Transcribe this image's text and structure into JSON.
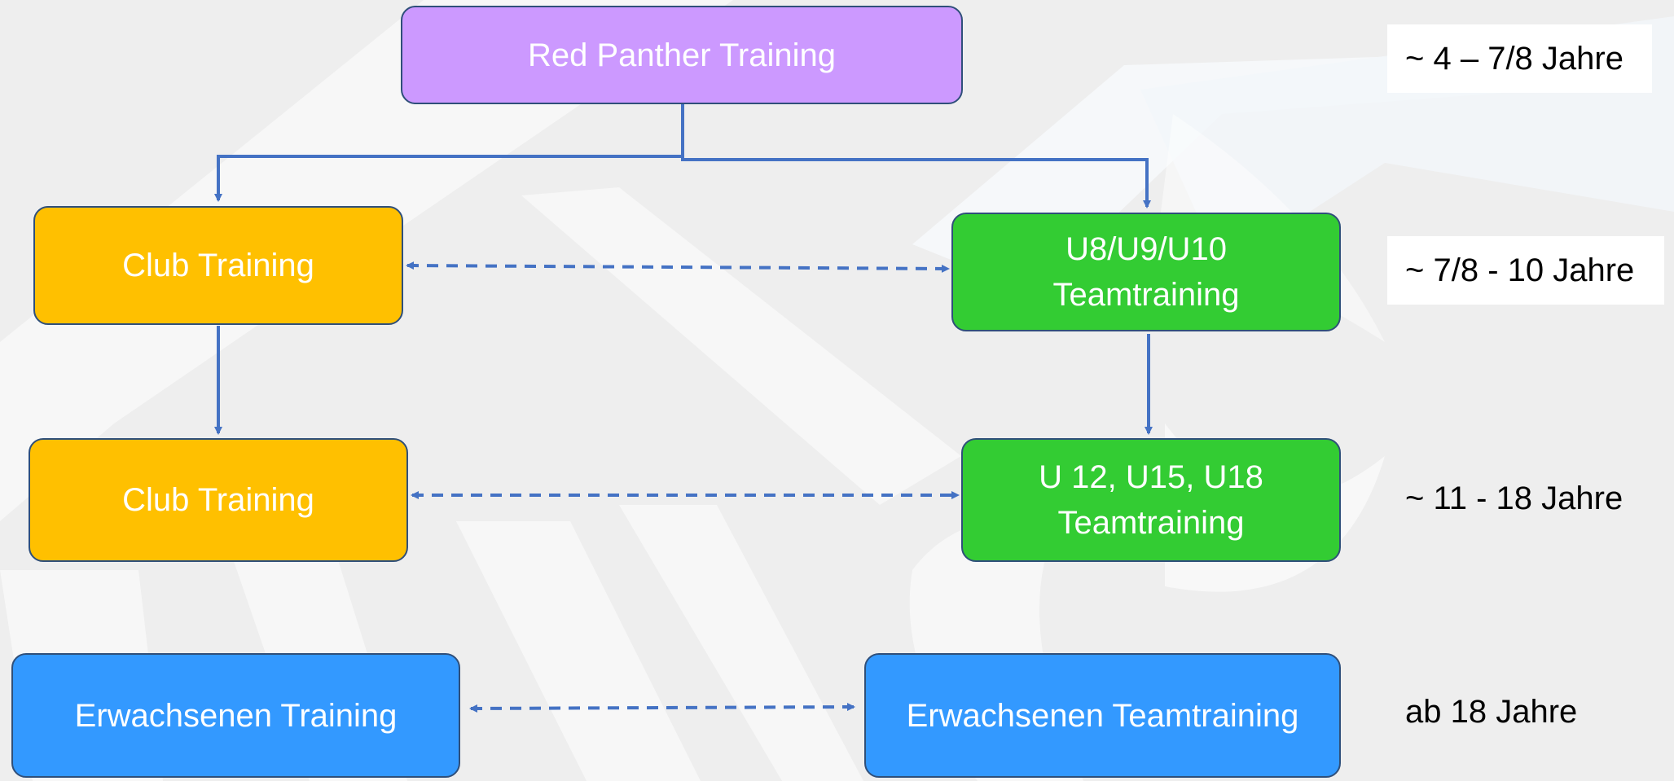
{
  "boxes": {
    "red_panther": "Red Panther Training",
    "club_1": "Club Training",
    "team_u8_line1": "U8/U9/U10",
    "team_u8_line2": "Teamtraining",
    "club_2": "Club Training",
    "team_u12_line1": "U 12, U15, U18",
    "team_u12_line2": "Teamtraining",
    "adult": "Erwachsenen Training",
    "adult_team": "Erwachsenen Teamtraining"
  },
  "ages": {
    "row1": "~ 4 – 7/8 Jahre",
    "row2": "~ 7/8 - 10 Jahre",
    "row3": "~ 11 - 18 Jahre",
    "row4": "ab 18 Jahre"
  },
  "colors": {
    "purple": "#cc99ff",
    "orange": "#ffc000",
    "green": "#33cc33",
    "blue": "#3399ff",
    "arrow": "#4472c4",
    "border": "#2f4f7a"
  }
}
